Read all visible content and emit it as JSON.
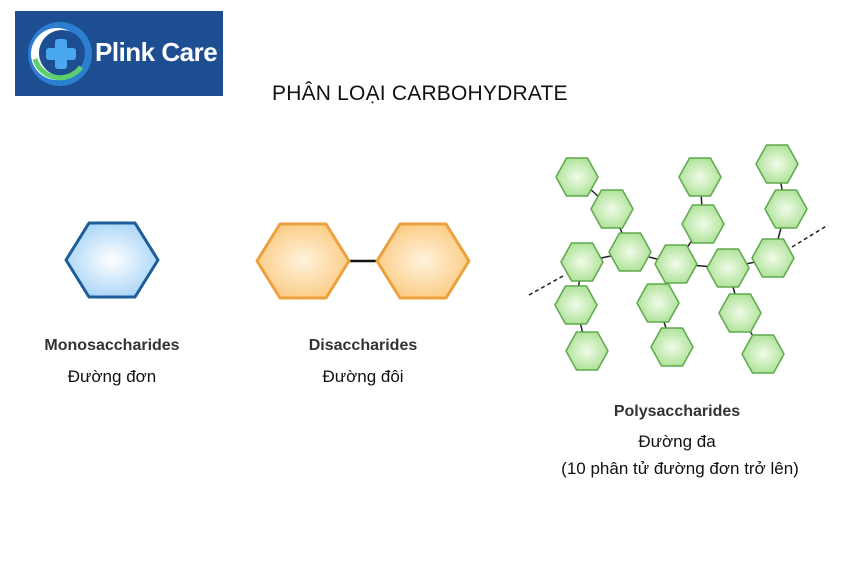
{
  "logo": {
    "text": "Plink Care",
    "icon": "plus-cross-logo-icon"
  },
  "title": "PHÂN LOẠI CARBOHYDRATE",
  "groups": {
    "mono": {
      "name": "Monosaccharides",
      "vi": "Đường đơn"
    },
    "di": {
      "name": "Disaccharides",
      "vi": "Đường đôi"
    },
    "poly": {
      "name": "Polysaccharides",
      "vi": "Đường đa",
      "note": "(10 phân tử đường đơn trở lên)"
    }
  },
  "colors": {
    "logo_bg": "#1e4e92",
    "mono_fill": "#bfe0fb",
    "mono_stroke": "#1d5e9a",
    "di_fill": "#fdd59a",
    "di_stroke": "#eba13e",
    "poly_fill": "#b8eaa4",
    "poly_stroke": "#5ea84e"
  }
}
